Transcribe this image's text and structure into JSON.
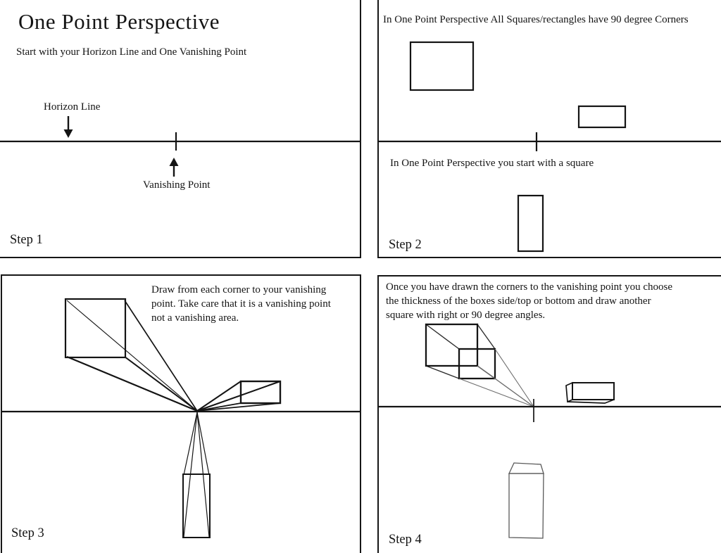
{
  "page": {
    "background": "#ffffff",
    "ink_color": "#141414",
    "pencil_color": "#5a5a5a"
  },
  "step1": {
    "title": "One Point Perspective",
    "subtitle": "Start with your Horizon Line and One Vanishing Point",
    "horizon_line_label": "Horizon Line",
    "vanishing_point_label": "Vanishing Point",
    "step_label": "Step 1"
  },
  "step2": {
    "caption_top": "In One Point Perspective All Squares/rectangles have 90 degree Corners",
    "caption_middle": "In One Point Perspective you start with a square",
    "step_label": "Step 2"
  },
  "step3": {
    "caption_lines": [
      "Draw from each corner to your vanishing",
      "point. Take care that it is a vanishing point",
      "not a vanishing area."
    ],
    "step_label": "Step 3"
  },
  "step4": {
    "caption_lines": [
      "Once you have drawn the corners to the vanishing point you choose",
      "the thickness of the boxes side/top or bottom and draw another",
      "square with right or 90 degree angles."
    ],
    "step_label": "Step 4"
  }
}
